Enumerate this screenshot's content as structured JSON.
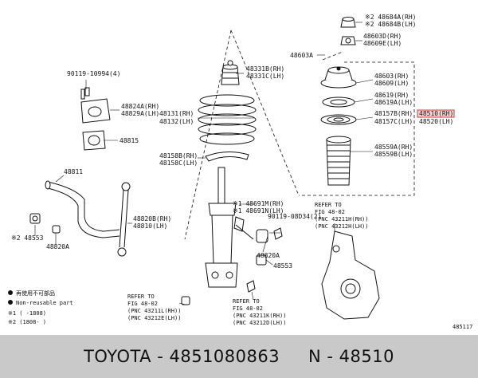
{
  "diagram_id": "485117",
  "labels": {
    "p48684": [
      "※2 48684A(RH)",
      "※2 48684B(LH)"
    ],
    "p48603d": [
      "48603D(RH)",
      "48609E(LH)"
    ],
    "p48603a": "48603A",
    "p48331": [
      "48331B(RH)",
      "48331C(LH)"
    ],
    "p48603": [
      "48603(RH)",
      "48609(LH)"
    ],
    "p48619": [
      "48619(RH)",
      "48619A(LH)"
    ],
    "p48510": [
      "48510(RH)",
      "48520(LH)"
    ],
    "p48157": [
      "48157B(RH)",
      "48157C(LH)"
    ],
    "p48131": [
      "48131(RH)",
      "48132(LH)"
    ],
    "p90119a": "90119-10994(4)",
    "p48824": [
      "48824A(RH)",
      "48829A(LH)"
    ],
    "p48815": "48815",
    "p48559": [
      "48559A(RH)",
      "48559B(LH)"
    ],
    "p48158": [
      "48158B(RH)",
      "48158C(LH)"
    ],
    "p48811": "48811",
    "p48691": [
      "※1 48691M(RH)",
      "※1 48691N(LH)"
    ],
    "refer_knuckle": [
      "REFER TO",
      "FIG 48-02",
      "(PNC 43211H(RH))",
      "(PNC 43212H(LH))"
    ],
    "p90119b": "90119-08D34(2)",
    "p48820b": [
      "48820B(RH)",
      "48810(LH)"
    ],
    "p48553a": "※2 48553",
    "p48820a": "48820A",
    "p48820a2": "48820A",
    "p48553b": "48553",
    "refer_1": [
      "REFER TO",
      "FIG 48-02",
      "(PNC 43211L(RH))",
      "(PNC 43212E(LH))"
    ],
    "refer_2": [
      "REFER TO",
      "FIG 48-02",
      "(PNC 43211K(RH))",
      "(PNC 43212D(LH))"
    ]
  },
  "legend": {
    "reuse_jp": "再使用不可部品",
    "non_reusable": "Non-reusable part",
    "note1": "※1 (     -1808)",
    "note2": "※2 (1808-     )"
  },
  "footer": {
    "brand": "TOYOTA",
    "part_number": "4851080863",
    "pnc": "N - 48510"
  },
  "colors": {
    "highlight_fill": "#f6d7d7",
    "highlight_stroke": "#d23a3a",
    "footer_bg": "#c9c9c9"
  }
}
